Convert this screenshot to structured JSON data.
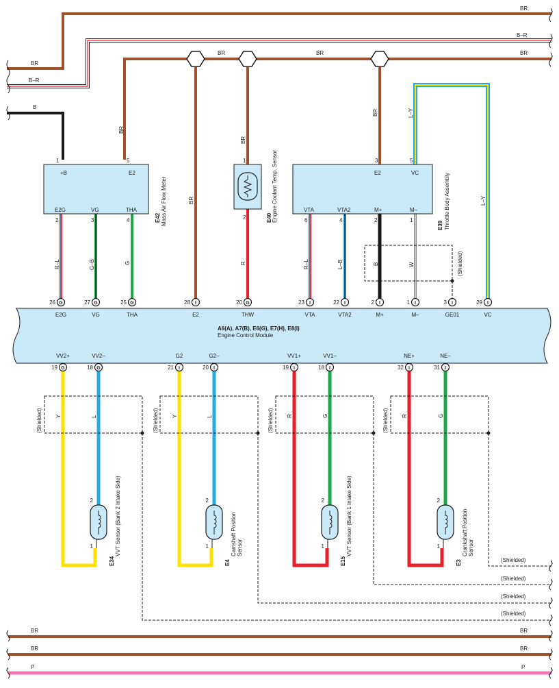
{
  "colors": {
    "BR": "#a0522d",
    "B": "#1a1a1a",
    "R": "#e8202a",
    "G": "#1fa84a",
    "Y": "#ffe000",
    "L": "#26aae1",
    "P": "#f07ab0",
    "W": "#ffffff",
    "ecm_fill": "#c9e9f8",
    "comp_fill": "#c9e9f8"
  },
  "top_wires": {
    "br_top": "BR",
    "br_left": "BR",
    "b_r_left": "B–R",
    "b_r_right": "B–R",
    "b_left": "B",
    "br_mid1": "BR",
    "br_mid2": "BR",
    "br_mid3": "BR"
  },
  "bottom_wires": [
    "BR",
    "BR",
    "P"
  ],
  "ecm": {
    "connectors": "A6(A), A7(B), E6(G), E7(H), E8(I)",
    "name": "Engine Control Module"
  },
  "mafm": {
    "code": "E42",
    "name": "Mass Air Flow Meter",
    "pins": {
      "b": "+B",
      "e2": "E2",
      "e2g": "E2G",
      "vg": "VG",
      "tha": "THA"
    },
    "pin_numbers": {
      "b": "1",
      "e2": "5",
      "e2g": "2",
      "vg": "3",
      "tha": "4"
    },
    "wires": {
      "e2": "BR",
      "e2g": "R–L",
      "vg": "G–B",
      "tha": "G"
    }
  },
  "ect": {
    "code": "E40",
    "name": "Engine Coolant Temp.  Sensor",
    "pin_numbers": {
      "top": "1",
      "bottom": "2"
    },
    "wires": {
      "top": "BR",
      "bottom": "R"
    }
  },
  "e2_wire": "BR",
  "throttle": {
    "code": "E39",
    "name": "Throttle Body Assembly",
    "pins": {
      "e2": "E2",
      "vc": "VC",
      "vta": "VTA",
      "vta2": "VTA2",
      "mp": "M+",
      "mm": "M–"
    },
    "pin_numbers": {
      "e2": "3",
      "vc": "5",
      "vta": "6",
      "vta2": "4",
      "mp": "2",
      "mm": "1"
    },
    "wires": {
      "e2": "BR",
      "vc_top": "L–Y",
      "vc_right": "L–Y",
      "vta": "R–L",
      "vta2": "L–B",
      "mp": "B",
      "mm": "W"
    },
    "shielded": "(Shielded)"
  },
  "ecm_top_pins": [
    {
      "num": "26",
      "type": "G",
      "label": "E2G"
    },
    {
      "num": "27",
      "type": "G",
      "label": "VG"
    },
    {
      "num": "25",
      "type": "G",
      "label": "THA"
    },
    {
      "num": "28",
      "type": "I",
      "label": "E2"
    },
    {
      "num": "20",
      "type": "G",
      "label": "THW"
    },
    {
      "num": "23",
      "type": "I",
      "label": "VTA"
    },
    {
      "num": "22",
      "type": "I",
      "label": "VTA2"
    },
    {
      "num": "2",
      "type": "I",
      "label": "M+"
    },
    {
      "num": "1",
      "type": "I",
      "label": "M–"
    },
    {
      "num": "3",
      "type": "I",
      "label": "GE01"
    },
    {
      "num": "29",
      "type": "I",
      "label": "VC"
    }
  ],
  "ecm_bottom_pins": [
    {
      "num": "19",
      "type": "G",
      "label": "VV2+"
    },
    {
      "num": "18",
      "type": "G",
      "label": "VV2–"
    },
    {
      "num": "21",
      "type": "I",
      "label": "G2"
    },
    {
      "num": "20",
      "type": "I",
      "label": "G2–"
    },
    {
      "num": "19",
      "type": "I",
      "label": "VV1+"
    },
    {
      "num": "18",
      "type": "I",
      "label": "VV1–"
    },
    {
      "num": "32",
      "type": "I",
      "label": "NE+"
    },
    {
      "num": "31",
      "type": "I",
      "label": "NE–"
    }
  ],
  "sensors": [
    {
      "code": "E34",
      "name1": "VVT Sensor (Bank 2 Intake Side)",
      "name2": "",
      "w1": "Y",
      "w2": "L",
      "pin2": "2",
      "pin1": "1",
      "shielded": "(Shielded)"
    },
    {
      "code": "E4",
      "name1": "Camshaft Position",
      "name2": "Sensor",
      "w1": "Y",
      "w2": "L",
      "pin2": "2",
      "pin1": "1",
      "shielded": "(Shielded)"
    },
    {
      "code": "E15",
      "name1": "VVT Sensor (Bank 1 Intake Side)",
      "name2": "",
      "w1": "R",
      "w2": "G",
      "pin2": "2",
      "pin1": "1",
      "shielded": "(Shielded)"
    },
    {
      "code": "E3",
      "name1": "Crankshaft Position",
      "name2": "Sensor",
      "w1": "R",
      "w2": "G",
      "pin2": "2",
      "pin1": "1",
      "shielded": "(Shielded)"
    }
  ],
  "shield_exits": [
    "(Shielded)",
    "(Shielded)",
    "(Shielded)",
    "(Shielded)"
  ]
}
